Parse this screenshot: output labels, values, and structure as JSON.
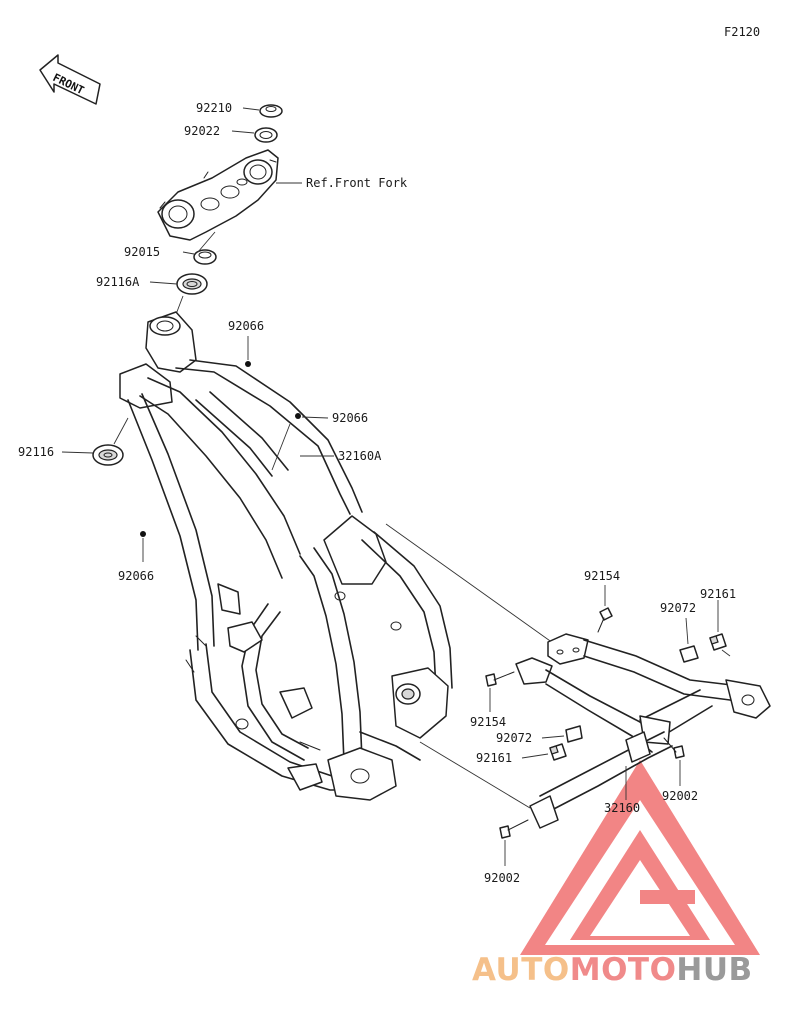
{
  "figure_code": "F2120",
  "front_marker": "FRONT",
  "reference_note": "Ref.Front Fork",
  "callouts": {
    "nut_top": "92210",
    "washer_top": "92022",
    "nut_stem": "92015",
    "bearing_upper": "92116A",
    "bearing_lower": "92116",
    "bolt_frame_upper": "92066",
    "bolt_frame_mid": "92066",
    "bolt_frame_left": "92066",
    "frame_main": "32160A",
    "bolt_subframe_top": "92154",
    "bolt_subframe_left": "92154",
    "collar_right": "92072",
    "damper_right": "92161",
    "collar_left": "92072",
    "damper_left": "92161",
    "subframe": "32160",
    "bolt_subframe_right": "92002",
    "bolt_subframe_bottom": "92002"
  },
  "watermark": {
    "part1": "AUTO",
    "part2": "MOTO",
    "part3": "HUB",
    "color1": "#f5c08a",
    "color2": "#f08a8a",
    "color3": "#9a9a9a",
    "logo_color": "#f07070"
  }
}
